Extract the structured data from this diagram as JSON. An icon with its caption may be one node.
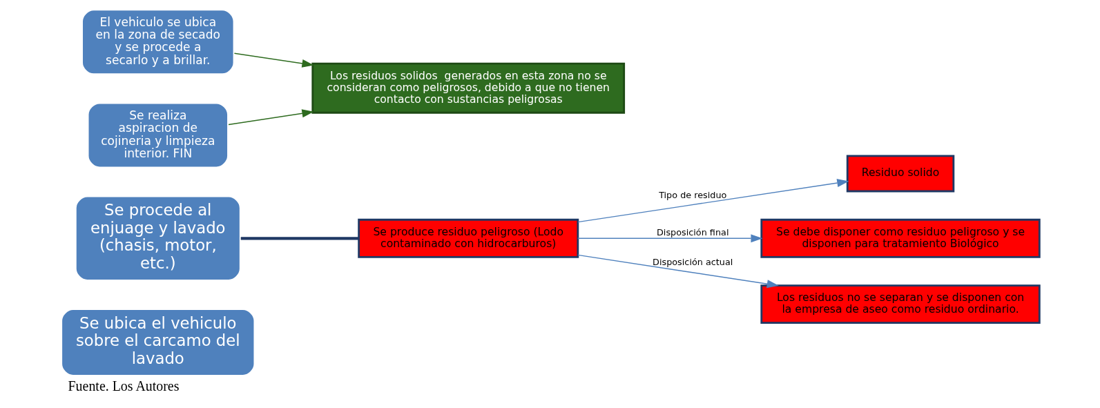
{
  "diagram": {
    "caption": "Fuente. Los Autores",
    "nodes": [
      {
        "text": [
          "Se ubica el vehiculo sobre el carcamo del lavado"
        ]
      },
      {
        "text": [
          "Se procede al enjuage y lavado (chasis, motor, etc.)"
        ]
      },
      {
        "text": [
          "El vehiculo se ubica en la zona de secado y se procede a secarlo y a brillar."
        ]
      },
      {
        "text": [
          "Se realiza aspiracion de cojineria y limpieza interior. FIN"
        ]
      },
      {
        "text": [
          "Se produce residuo peligroso (Lodo contaminado con hidrocarburos)"
        ]
      },
      {
        "text": [
          "Residuo solido"
        ]
      },
      {
        "text": [
          "Se debe disponer como residuo peligroso y se disponen para tratamiento Biológico"
        ]
      },
      {
        "text": [
          "Los residuos no se separan y se disponen con la empresa de aseo como residuo ordinario."
        ]
      },
      {
        "text": [
          "Los residuos solidos  generados en esta zona no se consideran como peligrosos, debido a que no tienen contacto con sustancias peligrosas"
        ]
      }
    ],
    "edges": [
      {
        "from": 1,
        "to": 4,
        "arrow": "none",
        "style": "thick",
        "color": "#1f3864"
      },
      {
        "from": 4,
        "to": 5,
        "arrow": "to",
        "label": "Tipo de residuo"
      },
      {
        "from": 4,
        "to": 6,
        "arrow": "to",
        "label": "Disposición final"
      },
      {
        "from": 4,
        "to": 7,
        "arrow": "to",
        "label": "Disposición actual"
      },
      {
        "from": 3,
        "to": 8,
        "arrow": "to",
        "color": "#2e6b1f"
      },
      {
        "from": 2,
        "to": 8,
        "arrow": "to",
        "color": "#2e6b1f"
      }
    ]
  }
}
